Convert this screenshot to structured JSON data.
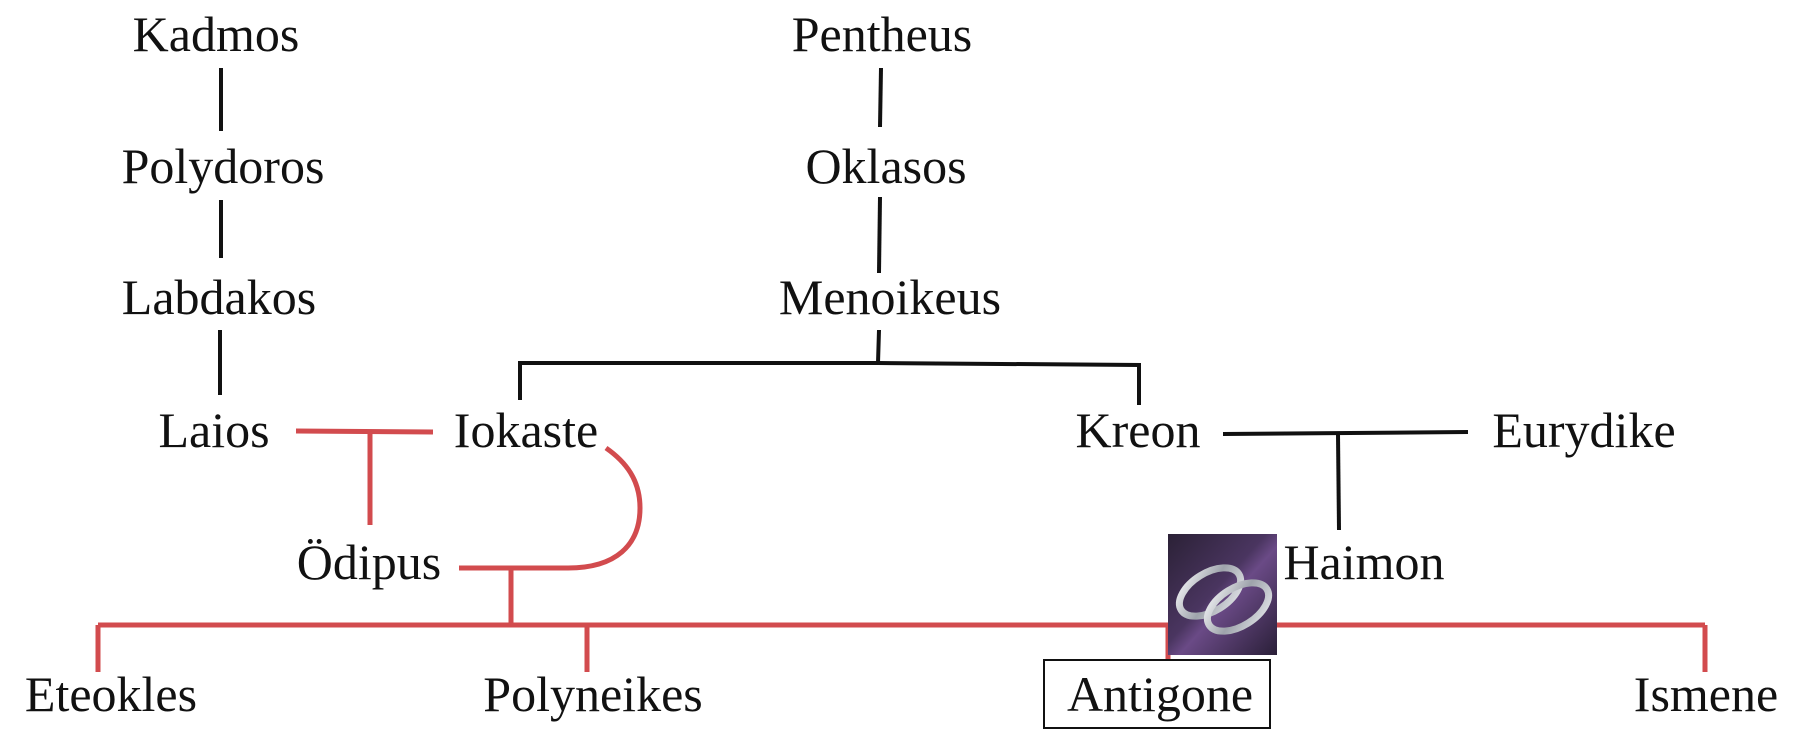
{
  "colors": {
    "lineage_line": "#111111",
    "oedipus_family_line": "#d24b4e",
    "ring_tile_bg": "#3b2a4a",
    "ring_metal": "#c9ccd2",
    "highlight_box": "#111111"
  },
  "icons": {
    "wedding_rings": "wedding-rings-icon"
  },
  "people": {
    "kadmos": "Kadmos",
    "polydoros": "Polydoros",
    "labdakos": "Labdakos",
    "laios": "Laios",
    "pentheus": "Pentheus",
    "oklasos": "Oklasos",
    "menoikeus": "Menoikeus",
    "iokaste": "Iokaste",
    "kreon": "Kreon",
    "eurydike": "Eurydike",
    "oedipus": "Ödipus",
    "haimon": "Haimon",
    "eteokles": "Eteokles",
    "polyneikes": "Polyneikes",
    "antigone": "Antigone",
    "ismene": "Ismene"
  },
  "highlighted_person": "antigone"
}
